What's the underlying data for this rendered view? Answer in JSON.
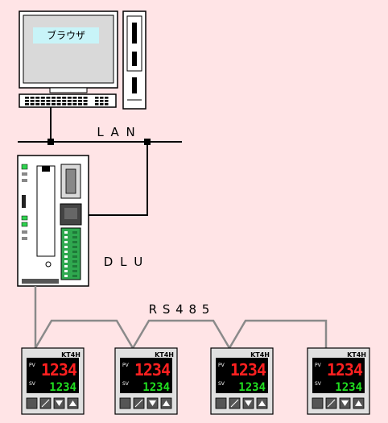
{
  "pc": {
    "screen_label": "ブラウザ"
  },
  "network": {
    "lan_label": "L A N"
  },
  "dlu": {
    "label": "D L U"
  },
  "bus": {
    "label": "R S 4 8 5"
  },
  "controllers": [
    {
      "model": "KT4H",
      "pv": "1234",
      "sv": "1234"
    },
    {
      "model": "KT4H",
      "pv": "1234",
      "sv": "1234"
    },
    {
      "model": "KT4H",
      "pv": "1234",
      "sv": "1234"
    },
    {
      "model": "KT4H",
      "pv": "1234",
      "sv": "1234"
    }
  ],
  "colors": {
    "background": "#ffe4e6",
    "screen": "#c8f4f8",
    "pv_display": "#ff2020",
    "sv_display": "#20e020",
    "terminal_block": "#2fa84f",
    "status_led": "#2fd24f"
  }
}
